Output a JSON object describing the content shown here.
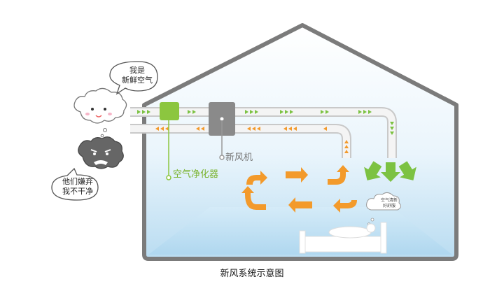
{
  "caption": "新风系统示意图",
  "labels": {
    "purifier": "空气净化器",
    "fresh_air_unit": "新风机",
    "fresh_cloud_line1": "我是",
    "fresh_cloud_line2": "新鲜空气",
    "dirty_cloud_line1": "他们嫌弃",
    "dirty_cloud_line2": "我不干净",
    "room_line1": "空气清新",
    "room_line2": "好舒服"
  },
  "colors": {
    "house_outline": "#7b7b7b",
    "purifier_green": "#8cc63f",
    "arrow_orange": "#f39a2b",
    "arrow_green": "#7cc242",
    "unit_gray": "#888888"
  }
}
